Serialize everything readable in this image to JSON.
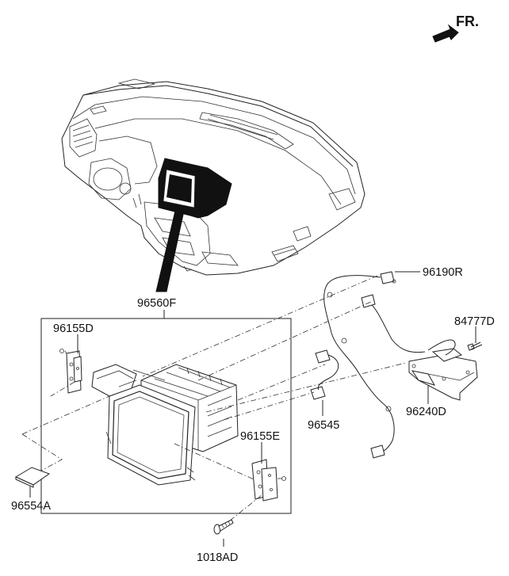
{
  "direction_label": "FR.",
  "parts": {
    "display_assembly": "96560F",
    "bracket_left": "96155D",
    "bracket_right": "96155E",
    "sd_card": "96554A",
    "screw": "1018AD",
    "cable_usb": "96545",
    "wiring_harness": "96190R",
    "bolt": "84777D",
    "module_bracket": "96240D"
  }
}
